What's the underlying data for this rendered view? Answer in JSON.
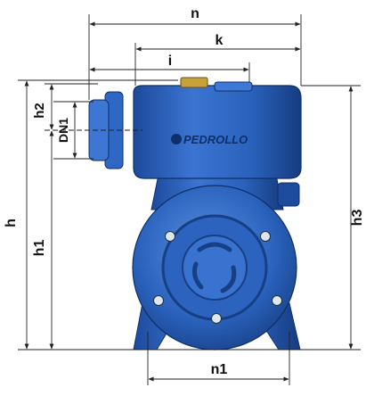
{
  "dimensions": {
    "n": "n",
    "k": "k",
    "i": "i",
    "h": "h",
    "h1": "h1",
    "h2": "h2",
    "h3": "h3",
    "dn1": "DN1",
    "n1": "n1"
  },
  "brand": {
    "logo_text": "PEDROLLO"
  },
  "colors": {
    "pump_blue": "#2a62bd",
    "pump_light": "#5b8fe0",
    "pump_dark": "#173f86",
    "brass": "#c9a13a",
    "line": "#222222"
  }
}
